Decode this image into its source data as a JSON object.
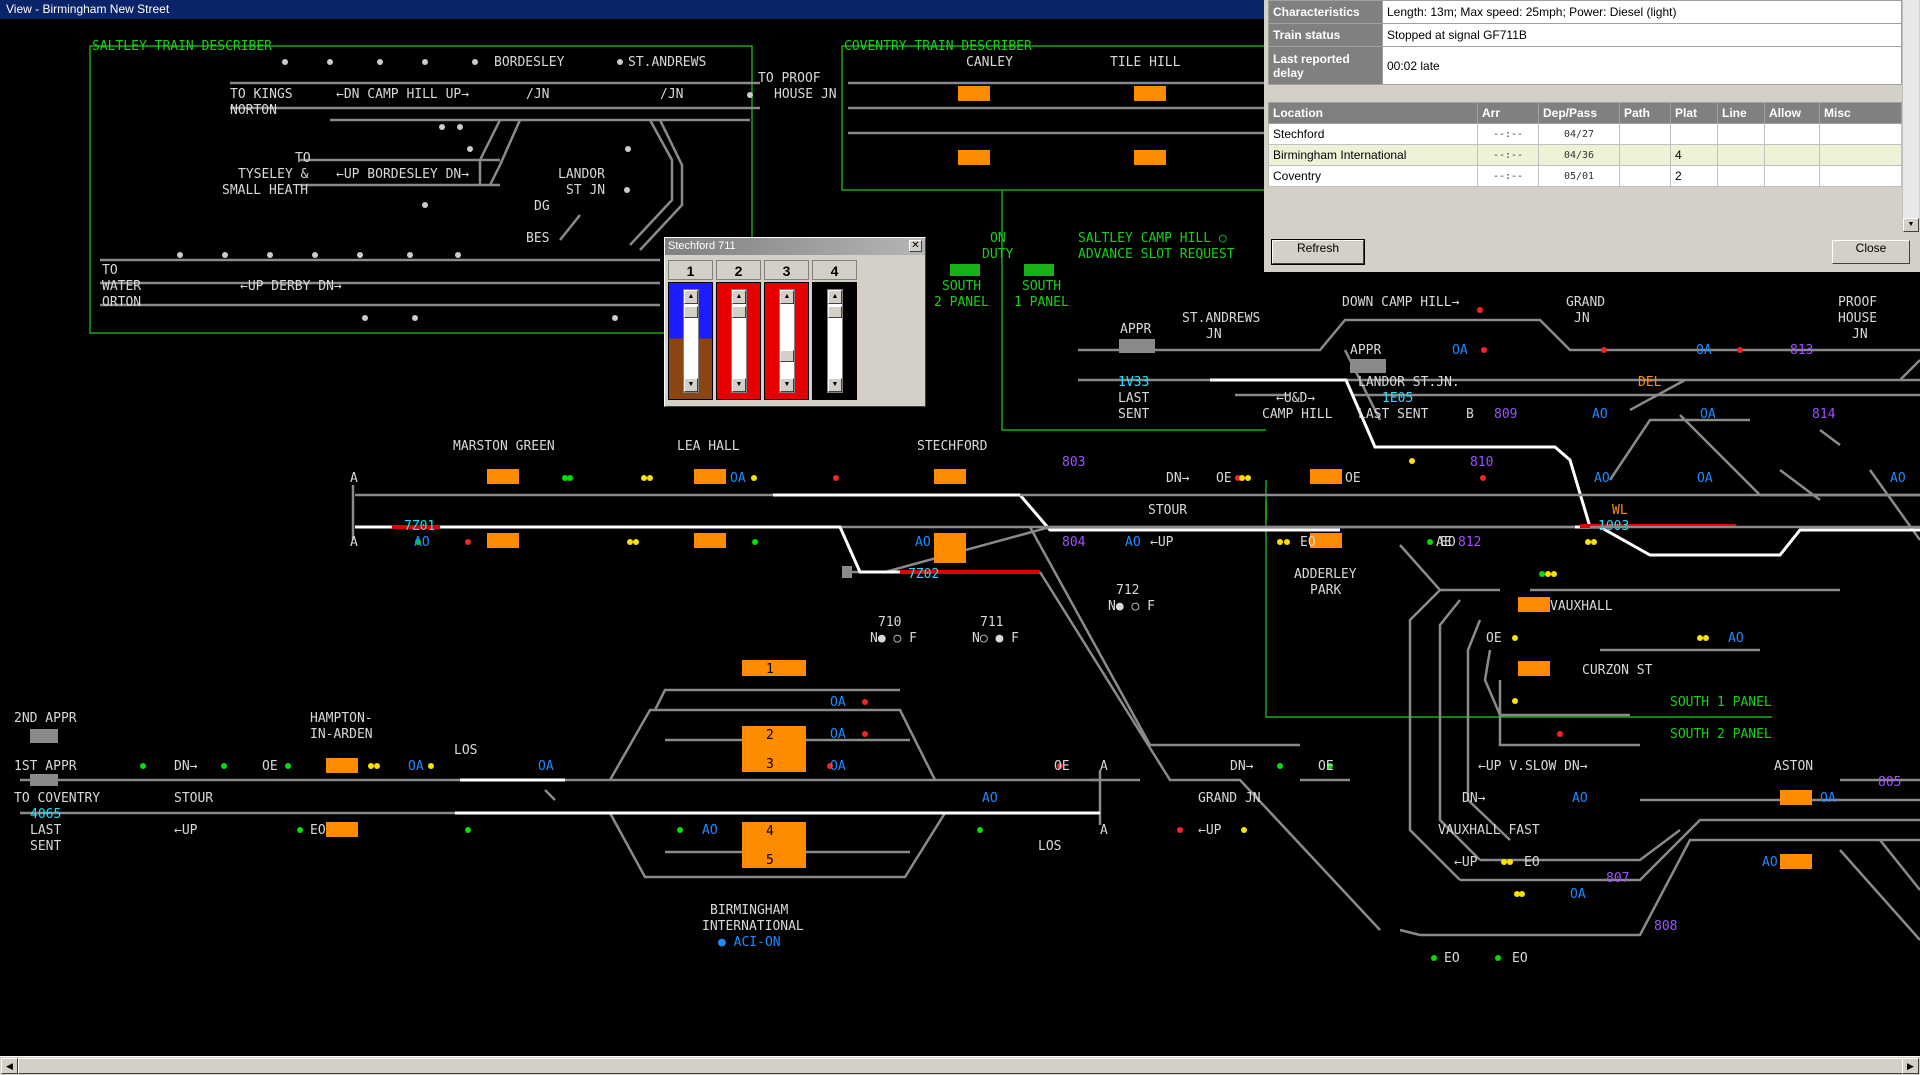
{
  "window": {
    "title": "View - Birmingham New Street"
  },
  "info_panel": {
    "characteristics_label": "Characteristics",
    "characteristics_value": "Length: 13m; Max speed: 25mph; Power: Diesel (light)",
    "status_label": "Train status",
    "status_value": "Stopped at signal GF711B",
    "delay_label": "Last reported delay",
    "delay_value": "00:02 late",
    "columns": [
      "Location",
      "Arr",
      "Dep/Pass",
      "Path",
      "Plat",
      "Line",
      "Allow",
      "Misc"
    ],
    "rows": [
      {
        "location": "Stechford",
        "arr": "--:--",
        "dep": "04/27",
        "path": "",
        "plat": "",
        "line": "",
        "allow": "",
        "misc": ""
      },
      {
        "location": "Birmingham International",
        "arr": "--:--",
        "dep": "04/36",
        "path": "",
        "plat": "4",
        "line": "",
        "allow": "",
        "misc": ""
      },
      {
        "location": "Coventry",
        "arr": "--:--",
        "dep": "05/01",
        "path": "",
        "plat": "2",
        "line": "",
        "allow": "",
        "misc": ""
      }
    ],
    "refresh_label": "Refresh",
    "close_label": "Close"
  },
  "mini_window": {
    "title": "Stechford 711",
    "close_glyph": "✕",
    "columns": [
      "1",
      "2",
      "3",
      "4"
    ]
  },
  "colors": {
    "track": "#8a8a8a",
    "route": "#ffffff",
    "occupied": "#e00000",
    "berth": "#ff8c00",
    "label": "#d8d8d8",
    "panel": "#19d019",
    "headcode": "#22e0ff",
    "berth_id": "#a050ff"
  },
  "diagram": {
    "saltley": {
      "title": "SALTLEY TRAIN DESCRIBER",
      "bordesley": "BORDESLEY",
      "st_andrews": "ST.ANDREWS",
      "to_proof_1": "TO PROOF",
      "to_proof_2": "HOUSE JN",
      "to_kings": "TO KINGS",
      "norton": "NORTON",
      "dn_camp_hill": "←DN CAMP HILL UP→",
      "jn1": "/JN",
      "jn2": "/JN",
      "to": "TO",
      "tyseley": "TYSELEY &",
      "small_heath": "SMALL HEATH",
      "up_bordesley": "←UP BORDESLEY DN→",
      "landor": "LANDOR",
      "st_jn": "ST JN",
      "dg": "DG",
      "bes": "BES",
      "to2": "TO",
      "water": "WATER",
      "orton": "ORTON",
      "up_derby": "←UP DERBY DN→"
    },
    "coventry_td": {
      "title": "COVENTRY TRAIN DESCRIBER",
      "canley": "CANLEY",
      "tile_hill": "TILE HILL"
    },
    "on_duty_1": "ON",
    "on_duty_2": "DUTY",
    "south2_1": "SOUTH",
    "south2_2": "2 PANEL",
    "south1_1": "SOUTH",
    "south1_2": "1 PANEL",
    "saltley_camp_1": "SALTLEY CAMP HILL ○",
    "saltley_camp_2": "ADVANCE SLOT REQUEST",
    "appr1": "APPR",
    "st_andrews_jn_1": "ST.ANDREWS",
    "st_andrews_jn_2": "JN",
    "down_camp_hill": "DOWN CAMP HILL→",
    "grand_jn_1": "GRAND",
    "grand_jn_2": "JN",
    "proof_house_1": "PROOF",
    "proof_house_2": "HOUSE",
    "proof_house_3": "JN",
    "hc_1v33": "1V33",
    "last_1": "LAST",
    "sent_1": "SENT",
    "ud_camp_1": "←U&D→",
    "ud_camp_2": "CAMP HILL",
    "appr2": "APPR",
    "landor_st_jn": "LANDOR ST.JN.",
    "hc_1e05": "1E05",
    "last_sent_b": "LAST SENT",
    "b_label": "B",
    "berth_809": "809",
    "berth_810": "810",
    "berth_803": "803",
    "berth_804": "804",
    "berth_812": "812",
    "berth_813": "813",
    "berth_814": "814",
    "del_label": "DEL",
    "wl_label": "WL",
    "hc_1003": "1003",
    "marston_green": "MARSTON GREEN",
    "lea_hall": "LEA HALL",
    "stechford": "STECHFORD",
    "stour1": "STOUR",
    "a1": "A",
    "a2": "A",
    "hc_7z01": "7Z01",
    "hc_7z02": "7Z02",
    "dn1": "DN→",
    "up1": "←UP",
    "sig710": "710",
    "sig711": "711",
    "sig712": "712",
    "nf710": "N● ○ F",
    "nf711": "N○ ● F",
    "nf712": "N● ○ F",
    "adderley_1": "ADDERLEY",
    "adderley_2": "PARK",
    "vauxhall": "VAUXHALL",
    "curzon_st": "CURZON ST",
    "south1_panel": "SOUTH 1 PANEL",
    "south2_panel": "SOUTH 2 PANEL",
    "up_vslow": "←UP V.SLOW DN→",
    "dn_vslow": "DN→",
    "vauxhall_fast": "VAUXHALL FAST",
    "up_vfast": "←UP",
    "aston": "ASTON",
    "berth_805": "805",
    "berth_807": "807",
    "berth_808": "808",
    "grand_jn_low": "GRAND JN",
    "dn_gj": "DN→",
    "up_gj": "←UP",
    "snd_appr": "2ND APPR",
    "fst_appr": "1ST APPR",
    "to_coventry": "TO COVENTRY",
    "hc_4065": "4065",
    "last_2": "LAST",
    "sent_2": "SENT",
    "stour2": "STOUR",
    "dn2": "DN→",
    "up2": "←UP",
    "hampton_1": "HAMPTON-",
    "hampton_2": "IN-ARDEN",
    "los1": "LOS",
    "los2": "LOS",
    "bhx_1": "BIRMINGHAM",
    "bhx_2": "INTERNATIONAL",
    "aci_on": "● ACI-ON",
    "plat1": "1",
    "plat2": "2",
    "plat3": "3",
    "plat4": "4",
    "plat5": "5",
    "a3": "A",
    "a4": "A",
    "sig_oa": "OA",
    "sig_ae": "AE",
    "sig_ao": "AO",
    "sig_eo": "EO",
    "sig_oe": "OE"
  }
}
